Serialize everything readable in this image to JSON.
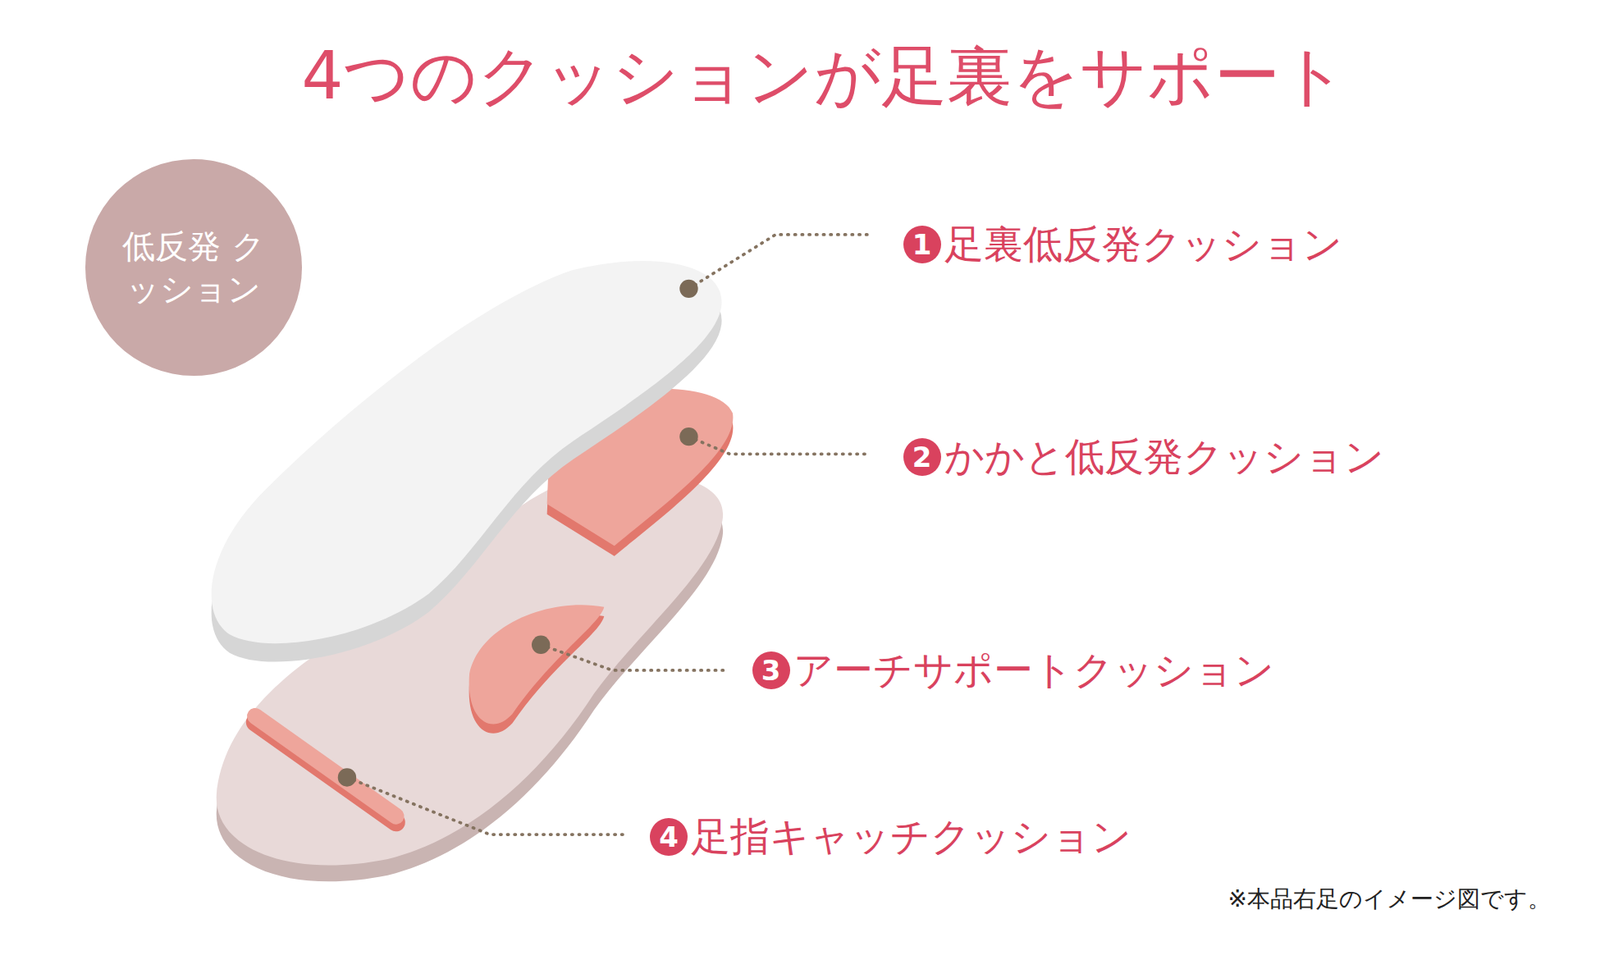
{
  "diagram": {
    "title": "4つのクッションが足裏をサポート",
    "nodes": [
      {
        "text": [
          "低反発 クッション"
        ]
      },
      {
        "text": [
          "1",
          "足裏低反発クッション"
        ]
      },
      {
        "text": [
          "2",
          "かかと低反発クッション"
        ]
      },
      {
        "text": [
          "3",
          "アーチサポートクッション"
        ]
      },
      {
        "text": [
          "4",
          "足指キャッチクッション"
        ]
      }
    ],
    "labels": [
      "※本品右足のイメージ図です。"
    ]
  }
}
